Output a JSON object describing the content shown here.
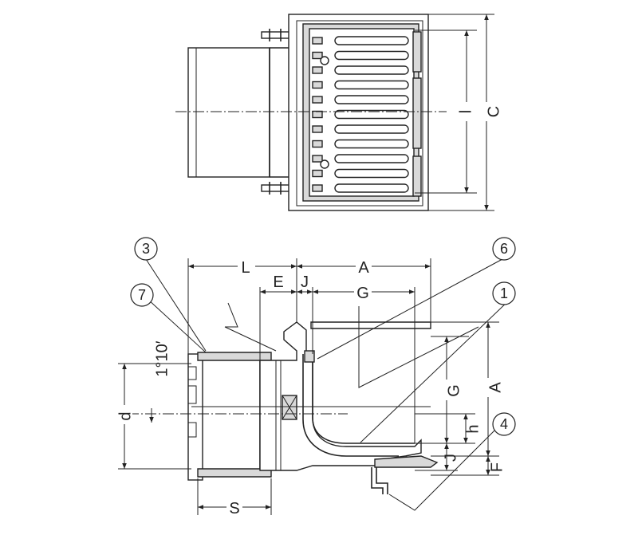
{
  "top_view": {
    "dim_C": "C",
    "dim_l": "l"
  },
  "section_view": {
    "dim_L": "L",
    "dim_E": "E",
    "dim_J_top": "J",
    "dim_A_top": "A",
    "dim_G_top": "G",
    "dim_A_side": "A",
    "dim_G_side": "G",
    "dim_h": "h",
    "dim_J_side": "J",
    "dim_F": "F",
    "dim_d": "d",
    "dim_S": "S",
    "slope": "1°10′"
  },
  "callouts": {
    "c1": "1",
    "c3": "3",
    "c4": "4",
    "c6": "6",
    "c7": "7"
  }
}
